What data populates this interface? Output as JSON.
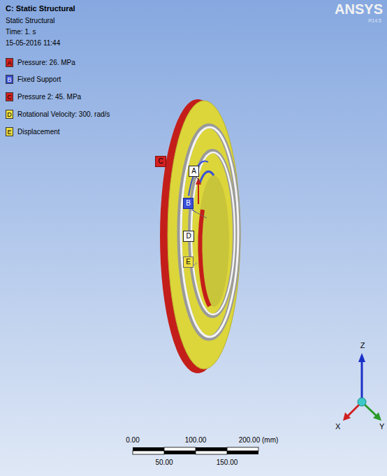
{
  "diagram": {
    "title": "C: Static Structural",
    "nodes": [
      {
        "text": [
          "C"
        ]
      },
      {
        "text": [
          "A"
        ]
      },
      {
        "text": [
          "B"
        ]
      },
      {
        "text": [
          "D"
        ]
      },
      {
        "text": [
          "E"
        ]
      }
    ],
    "labels": [
      "Static Structural",
      "Time: 1. s",
      "15-05-2016 11:44",
      "A",
      "B",
      "C",
      "D",
      "E",
      "ANSYS",
      "R14.5",
      "0.00",
      "100.00",
      "200.00 (mm)",
      "50.00",
      "150.00",
      "Z",
      "Y",
      "X"
    ],
    "legend": [
      {
        "text": "Pressure: 26. MPa",
        "color": "#d42020"
      },
      {
        "text": "Fixed Support",
        "color": "#3a4fd8"
      },
      {
        "text": "Pressure 2: 45. MPa",
        "color": "#d42020"
      },
      {
        "text": "Rotational Velocity: 300. rad/s",
        "color": "#f0e040"
      },
      {
        "text": "Displacement",
        "color": "#f0e040"
      }
    ]
  }
}
